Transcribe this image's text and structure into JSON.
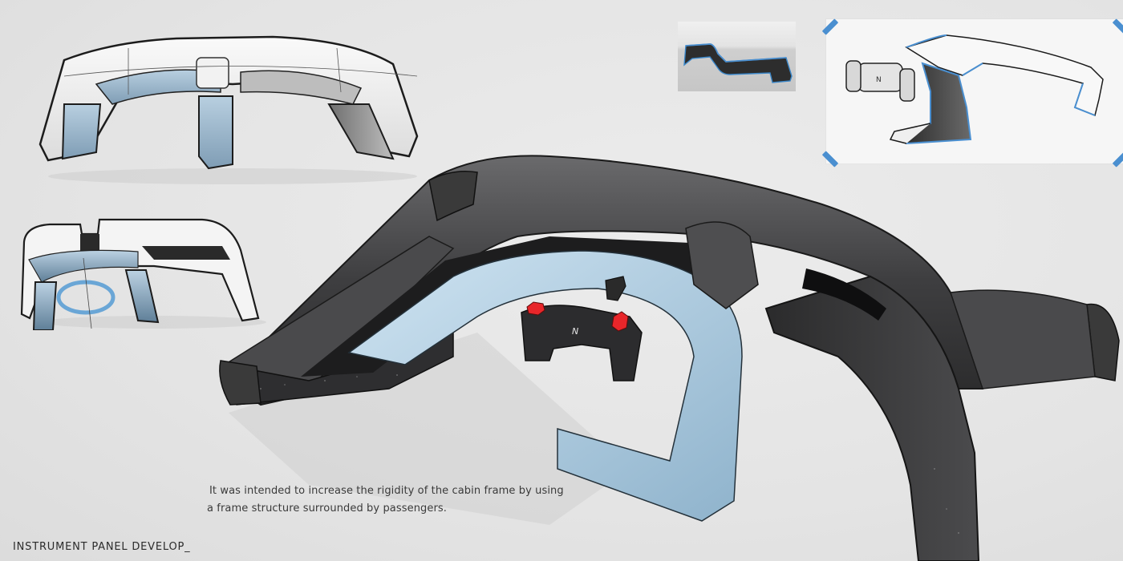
{
  "board": {
    "title": "INSTRUMENT PANEL DEVELOP_",
    "caption": {
      "line1": "It was intended to increase the rigidity of the cabin frame by using",
      "line2": "a frame structure surrounded by passengers."
    }
  },
  "illustrations": {
    "top_left_sketch": "instrument-panel-front-view",
    "mid_left_sketch": "instrument-panel-side-view-with-ring",
    "reference_photo": "bent-frame-bench-reference",
    "taped_card_sketch": "frame-structure-concept",
    "main_render": "instrument-panel-rendering",
    "steering_logo": "N"
  },
  "colors": {
    "background": "#e6e6e6",
    "accent_blue": "#4a8fd0",
    "light_blue_trim": "#a9cbe3",
    "panel_dark": "#3b3b3d",
    "button_red": "#e8262a",
    "text": "#3a3a3a"
  }
}
